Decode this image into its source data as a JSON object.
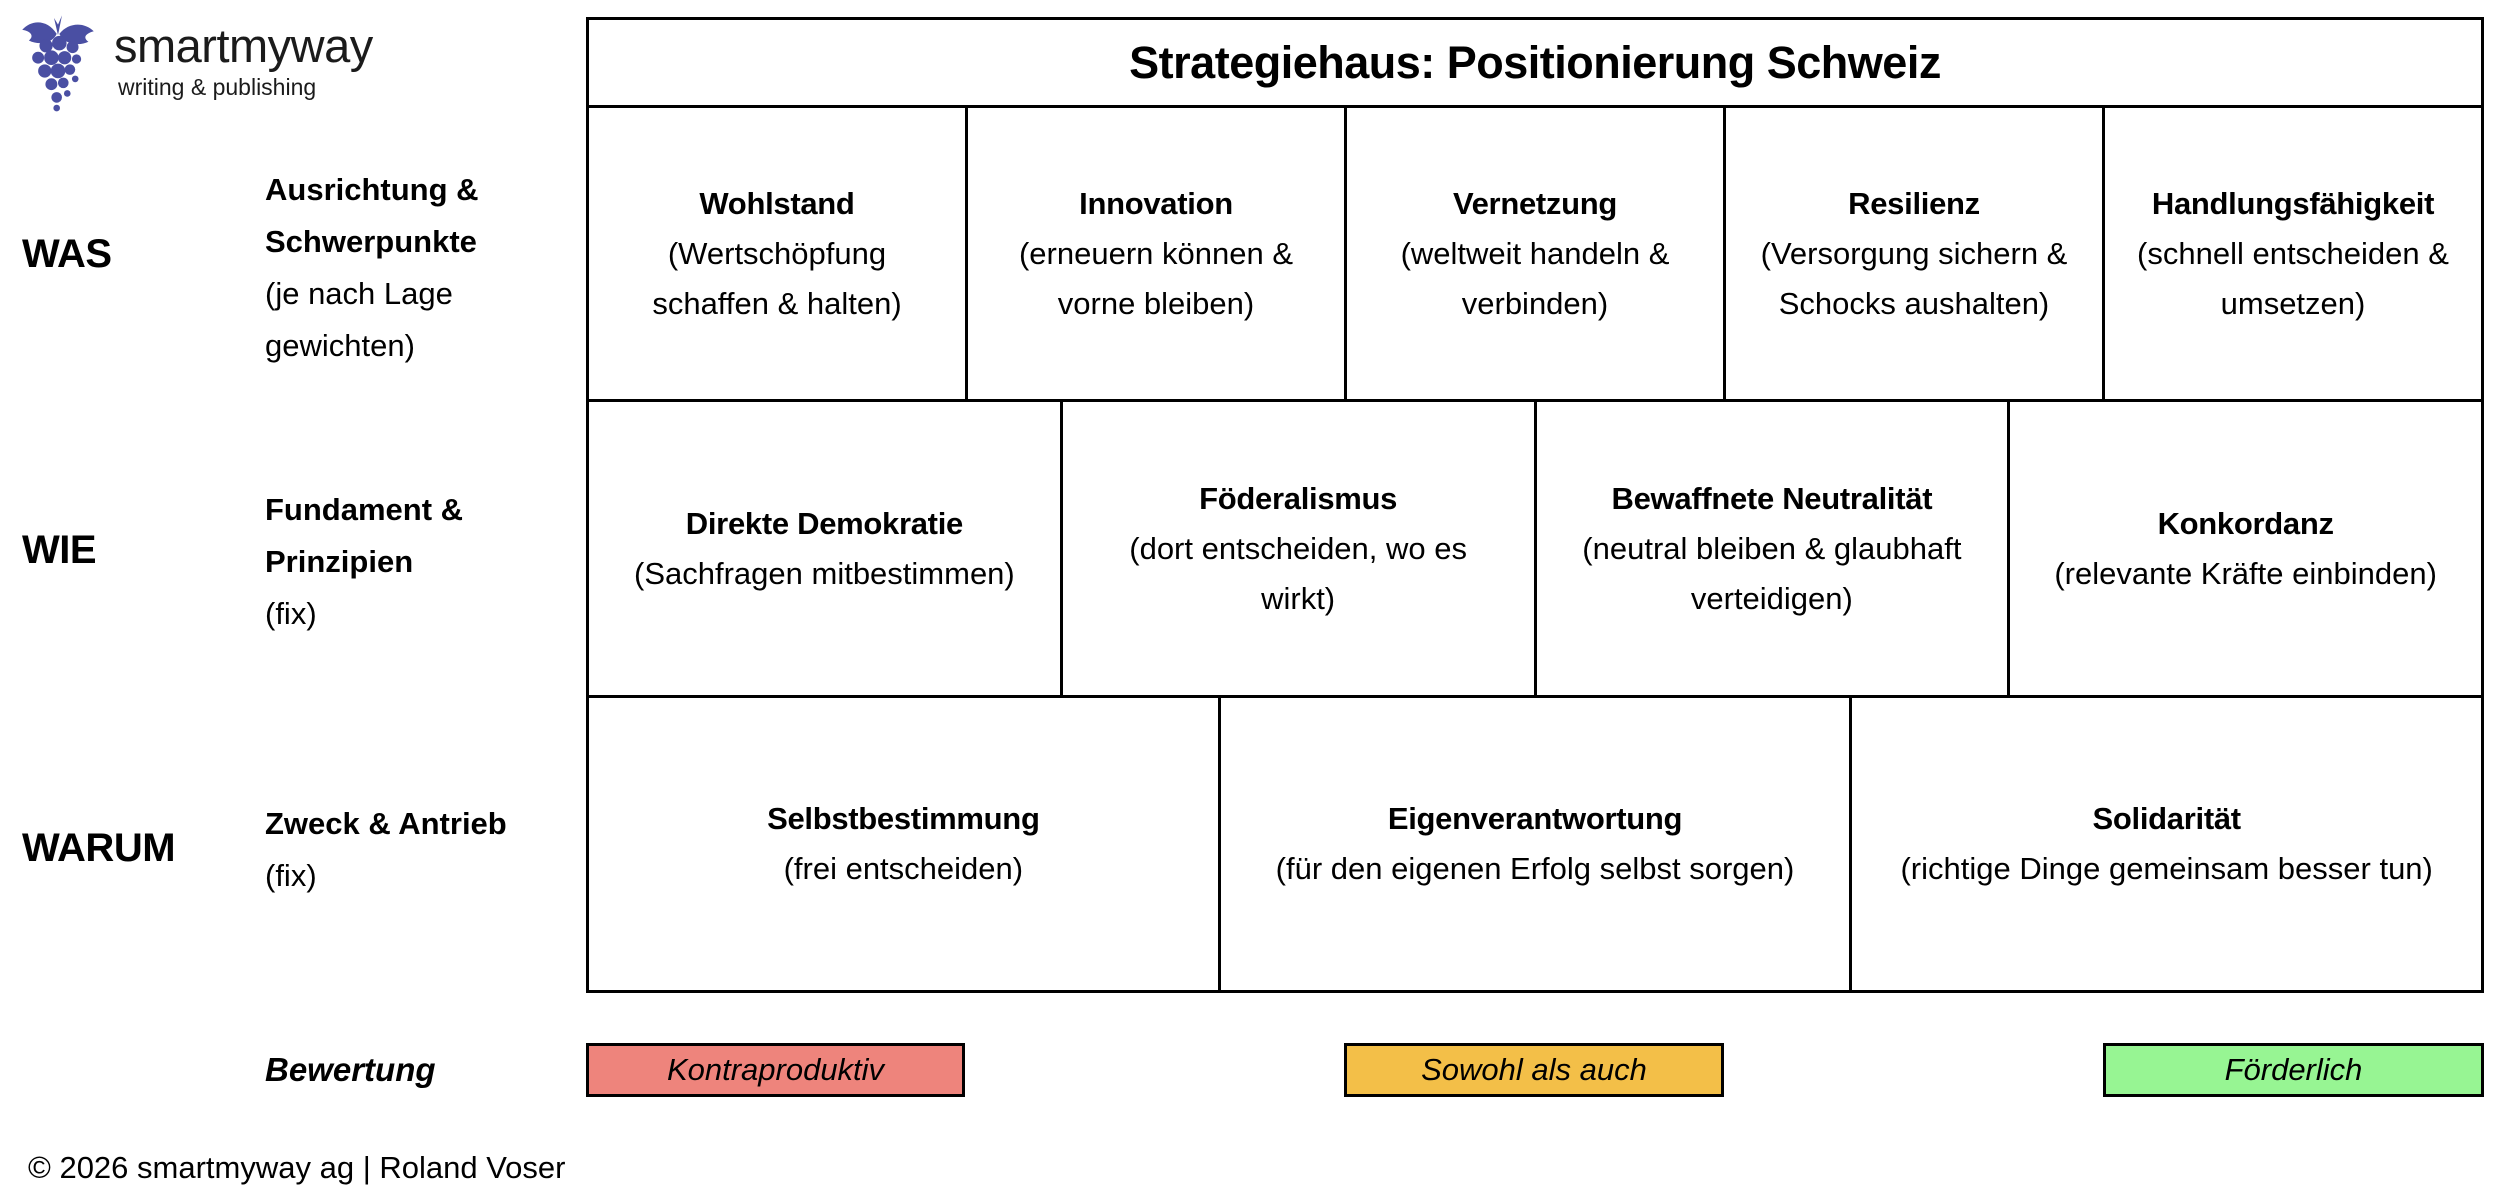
{
  "brand": {
    "name": "smartmyway",
    "tagline": "writing & publishing",
    "logo_color": "#4a4fa3"
  },
  "house": {
    "title": "Strategiehaus: Positionierung Schweiz"
  },
  "rows": [
    {
      "label": "WAS",
      "descriptor": "Ausrichtung &\nSchwerpunkte",
      "note": "(je nach Lage\ngewichten)",
      "cells": [
        {
          "title": "Wohlstand",
          "subtitle": "(Wertschöpfung\nschaffen & halten)"
        },
        {
          "title": "Innovation",
          "subtitle": "(erneuern können &\nvorne bleiben)"
        },
        {
          "title": "Vernetzung",
          "subtitle": "(weltweit handeln &\nverbinden)"
        },
        {
          "title": "Resilienz",
          "subtitle": "(Versorgung sichern &\nSchocks aushalten)"
        },
        {
          "title": "Handlungsfähigkeit",
          "subtitle": "(schnell entscheiden &\numsetzen)"
        }
      ]
    },
    {
      "label": "WIE",
      "descriptor": "Fundament &\nPrinzipien",
      "note": "(fix)",
      "cells": [
        {
          "title": "Direkte Demokratie",
          "subtitle": "(Sachfragen mitbestimmen)"
        },
        {
          "title": "Föderalismus",
          "subtitle": "(dort entscheiden, wo es\nwirkt)"
        },
        {
          "title": "Bewaffnete Neutralität",
          "subtitle": "(neutral bleiben & glaubhaft\nverteidigen)"
        },
        {
          "title": "Konkordanz",
          "subtitle": "(relevante Kräfte einbinden)"
        }
      ]
    },
    {
      "label": "WARUM",
      "descriptor": "Zweck & Antrieb",
      "note": "(fix)",
      "cells": [
        {
          "title": "Selbstbestimmung",
          "subtitle": "(frei entscheiden)"
        },
        {
          "title": "Eigenverantwortung",
          "subtitle": "(für den eigenen Erfolg selbst sorgen)"
        },
        {
          "title": "Solidarität",
          "subtitle": "(richtige Dinge gemeinsam besser tun)"
        }
      ]
    }
  ],
  "evaluation": {
    "label": "Bewertung",
    "items": [
      {
        "label": "Kontraproduktiv",
        "color": "#ee847c"
      },
      {
        "label": "Sowohl als auch",
        "color": "#f3bf48"
      },
      {
        "label": "Förderlich",
        "color": "#97f593"
      }
    ]
  },
  "footer": "© 2026 smartmyway ag | Roland Voser"
}
